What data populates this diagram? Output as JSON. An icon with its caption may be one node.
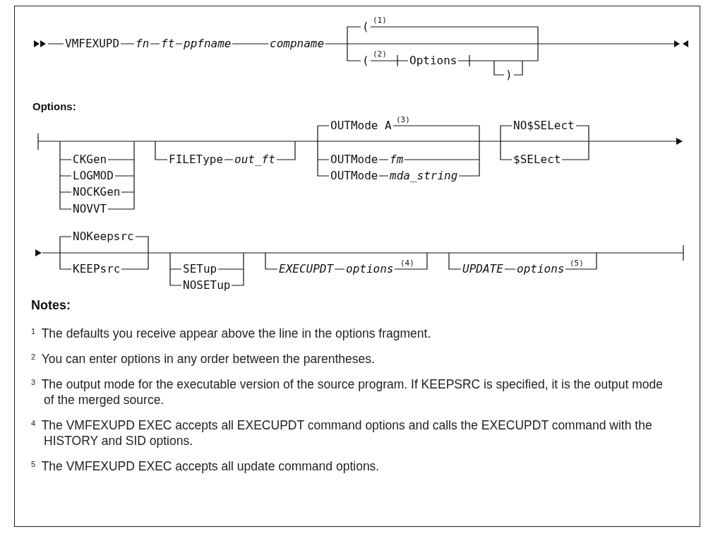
{
  "diagram": {
    "labels": [
      "VMFEXUPD",
      "fn",
      "ft",
      "ppfname",
      "compname",
      "(",
      "(1)",
      "(",
      "(2)",
      "Options",
      ")",
      "Options:",
      "OUTMode A",
      "(3)",
      "NO$SELect",
      "CKGen",
      "FILEType",
      "out_ft",
      "OUTMode",
      "fm",
      "$SELect",
      "LOGMOD",
      "OUTMode",
      "mda_string",
      "NOCKGen",
      "NOVVT",
      "NOKeepsrc",
      "KEEPsrc",
      "SETup",
      "EXECUPDT",
      "options",
      "(4)",
      "UPDATE",
      "options",
      "(5)",
      "NOSETup",
      "Notes:",
      "$^{1}$ The defaults you receive appear above the line in the options fragment.",
      "$^{2}$ You can enter options in any order between the parentheses.",
      "$^{3}$ The output mode for the executable version of the source program. If KEEPSRC is specified, it is the output mode of the merged source.",
      "$^{4}$ The VMFEXUPD EXEC accepts all EXECUPDT command options and calls the EXECUPDT command with the HISTORY and SID options.",
      "$^{5}$ The VMFEXUPD EXEC accepts all update command options."
    ]
  }
}
